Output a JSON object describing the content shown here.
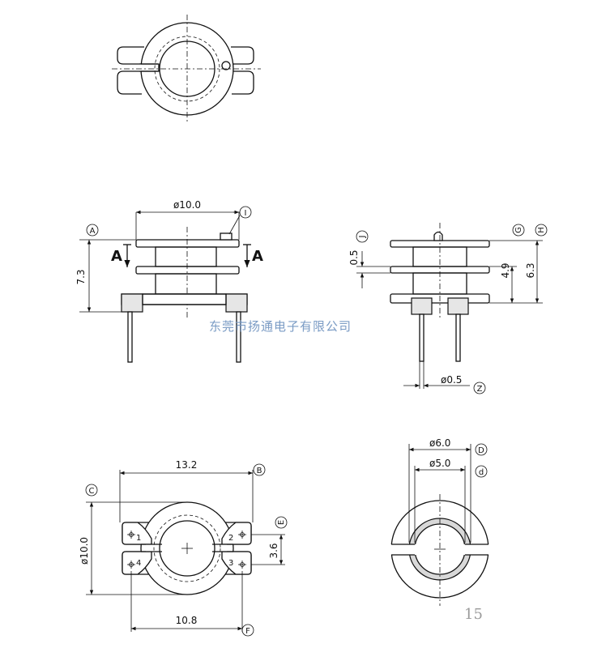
{
  "dimensions": {
    "flange_dia": "ø10.0",
    "height_total": "7.3",
    "section_letter_left": "A",
    "section_letter_right": "A",
    "flange_thk": "0.5",
    "dim_4_9": "4.9",
    "dim_6_3": "6.3",
    "pin_dia": "ø0.5",
    "width_13_2": "13.2",
    "dia_10_0": "ø10.0",
    "pin_gap": "3.6",
    "pin_pitch": "10.8",
    "bore_outer": "ø6.0",
    "bore_inner": "ø5.0"
  },
  "callouts": {
    "A": "A",
    "I": "I",
    "J": "J",
    "G": "G",
    "H": "H",
    "Z": "Z",
    "B": "B",
    "C": "C",
    "E": "E",
    "F": "F",
    "D": "D",
    "d": "d"
  },
  "pin_numbers": [
    "1",
    "2",
    "3",
    "4"
  ],
  "watermark": "东莞市扬通电子有限公司",
  "page_number": "15"
}
